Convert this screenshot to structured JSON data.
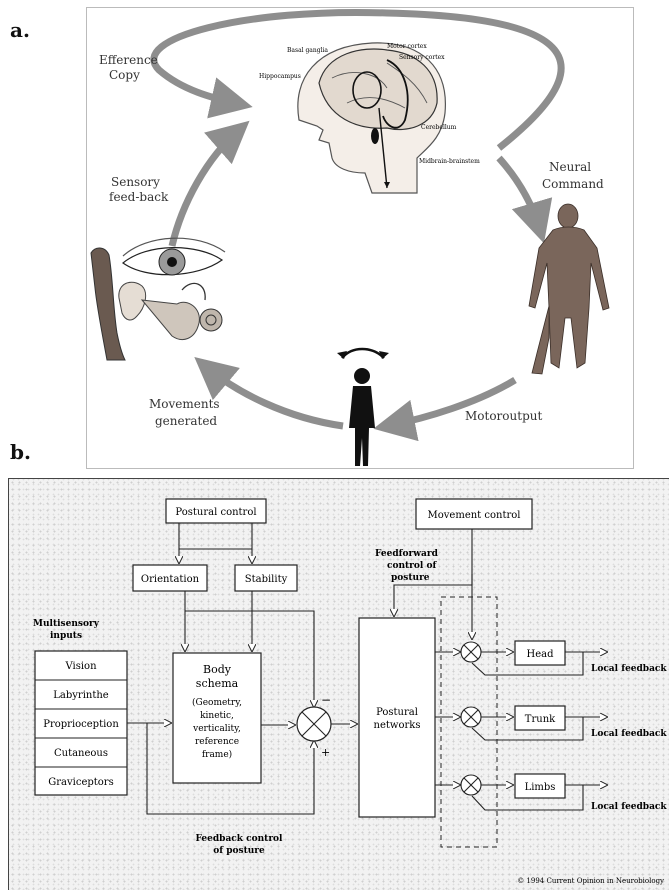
{
  "panel_a": {
    "label": "a.",
    "cycle_labels": {
      "efference_1": "Efference",
      "efference_2": "Copy",
      "sensory_1": "Sensory",
      "sensory_2": "feed-back",
      "neural_1": "Neural",
      "neural_2": "Command",
      "movements_1": "Movements",
      "movements_2": "generated",
      "motor_output": "Motoroutput"
    },
    "brain_labels": {
      "basal_ganglia": "Basal ganglia",
      "motor_cortex": "Motor cortex",
      "sensory_cortex": "Sensory cortex",
      "hippocampus": "Hippocampus",
      "cerebellum": "Cerebellum",
      "midbrain": "Midbrain-brainstem"
    }
  },
  "panel_b": {
    "label": "b.",
    "postural_control": "Postural control",
    "movement_control": "Movement control",
    "orientation": "Orientation",
    "stability": "Stability",
    "feedforward_1": "Feedforward",
    "feedforward_2": "control of",
    "feedforward_3": "posture",
    "multisensory_1": "Multisensory",
    "multisensory_2": "inputs",
    "inputs": [
      "Vision",
      "Labyrinthe",
      "Proprioception",
      "Cutaneous",
      "Graviceptors"
    ],
    "body_schema": {
      "title_1": "Body",
      "title_2": "schema",
      "line_1": "(Geometry,",
      "line_2": "kinetic,",
      "line_3": "verticality,",
      "line_4": "reference",
      "line_5": "frame)"
    },
    "minus": "−",
    "plus": "+",
    "postural_networks_1": "Postural",
    "postural_networks_2": "networks",
    "effectors": [
      "Head",
      "Trunk",
      "Limbs"
    ],
    "local_feedback": "Local feedback",
    "feedback_control_1": "Feedback control",
    "feedback_control_2": "of posture",
    "copyright": "© 1994 Current Opinion in Neurobiology"
  }
}
